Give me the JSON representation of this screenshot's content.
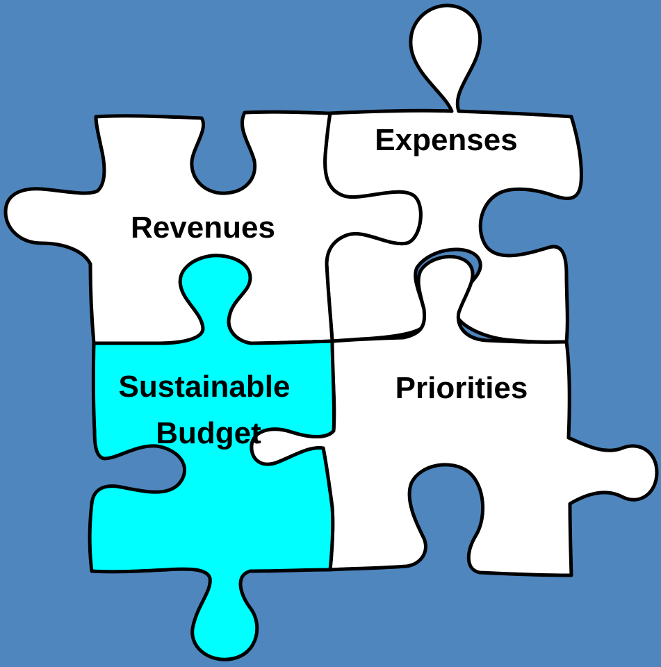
{
  "diagram": {
    "colors": {
      "background": "#4f86bd",
      "piece_white": "#ffffff",
      "piece_highlight": "#00ffff",
      "outline": "#000000"
    },
    "pieces": [
      {
        "id": "revenues",
        "label": "Revenues",
        "fill": "white"
      },
      {
        "id": "expenses",
        "label": "Expenses",
        "fill": "white"
      },
      {
        "id": "priorities",
        "label": "Priorities",
        "fill": "white"
      },
      {
        "id": "sustainable-budget",
        "label_line1": "Sustainable",
        "label_line2": "Budget",
        "fill": "cyan"
      }
    ]
  }
}
